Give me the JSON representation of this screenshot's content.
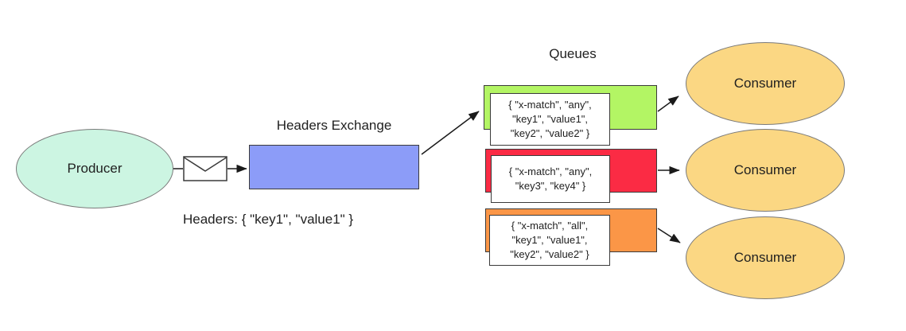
{
  "diagram": {
    "producer": {
      "label": "Producer",
      "fill": "#ccf5e2"
    },
    "message": {
      "headers_note": "Headers: { \"key1\", \"value1\" }"
    },
    "exchange": {
      "label": "Headers Exchange",
      "fill": "#8c9cf8"
    },
    "queues_title": "Queues",
    "queues": [
      {
        "fill": "#b3f564",
        "lines": [
          "{ \"x-match\", \"any\",",
          "\"key1\", \"value1\",",
          "\"key2\", \"value2\" }"
        ]
      },
      {
        "fill": "#fb2b44",
        "lines": [
          "{ \"x-match\", \"any\",",
          "\"key3\", \"key4\" }"
        ]
      },
      {
        "fill": "#fb9647",
        "lines": [
          "{ \"x-match\", \"all\",",
          "\"key1\", \"value1\",",
          "\"key2\", \"value2\" }"
        ]
      }
    ],
    "consumers": [
      {
        "label": "Consumer",
        "fill": "#fbd783"
      },
      {
        "label": "Consumer",
        "fill": "#fbd783"
      },
      {
        "label": "Consumer",
        "fill": "#fbd783"
      }
    ]
  },
  "colors": {
    "connector": "#1a1a1a",
    "shape_border": "#3a3a3a",
    "ellipse_border": "#7a7a7a",
    "background": "#ffffff"
  }
}
